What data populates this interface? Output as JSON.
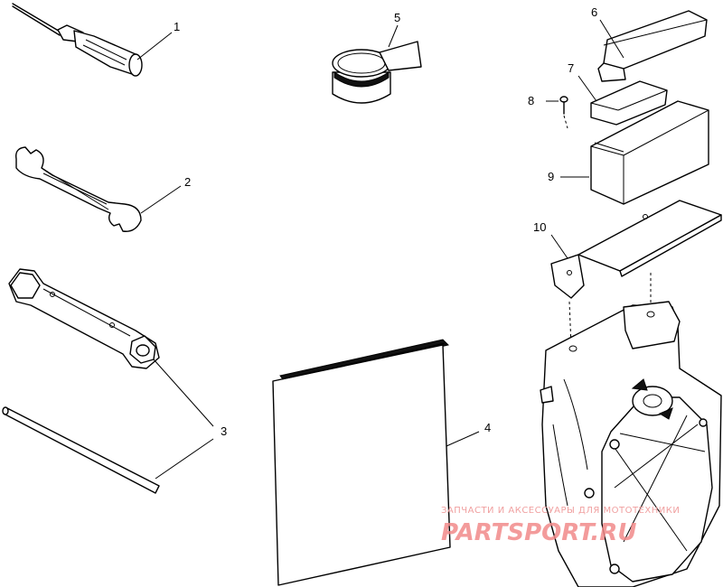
{
  "callouts": {
    "c1": "1",
    "c2": "2",
    "c3": "3",
    "c4": "4",
    "c5": "5",
    "c6": "6",
    "c7": "7",
    "c8": "8",
    "c9": "9",
    "c10": "10"
  },
  "watermark": {
    "caption": "ЗАПЧАСТИ И АКСЕССУАРЫ ДЛЯ МОТОТЕХНИКИ",
    "brand": "PARTSPORT.RU",
    "color": "#f28a8a"
  }
}
